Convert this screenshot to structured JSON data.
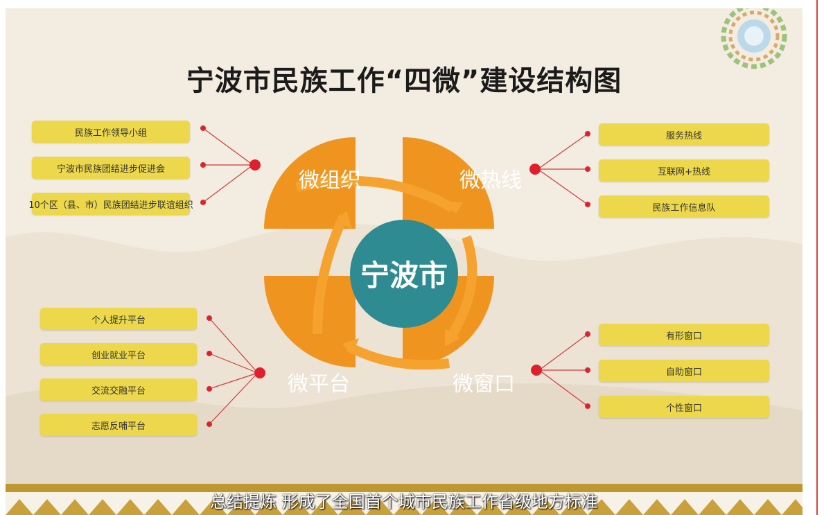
{
  "title": "宁波市民族工作“四微”建设结构图",
  "center": "宁波市",
  "petals": {
    "top_left": "微组织",
    "top_right": "微热线",
    "bottom_left": "微平台",
    "bottom_right": "微窗口"
  },
  "groups": {
    "organization": [
      "民族工作领导小组",
      "宁波市民族团结进步促进会",
      "10个区（县、市）民族团结进步联谊组织"
    ],
    "hotline": [
      "服务热线",
      "互联网+热线",
      "民族工作信息队"
    ],
    "platform": [
      "个人提升平台",
      "创业就业平台",
      "交流交融平台",
      "志愿反哺平台"
    ],
    "window": [
      "有形窗口",
      "自助窗口",
      "个性窗口"
    ]
  },
  "caption": "总结提炼 形成了全国首个城市民族工作省级地方标准",
  "colors": {
    "orange": "#ef951f",
    "teal": "#2e8b91",
    "pill": "#ecd84a",
    "red": "#e01f2d"
  }
}
